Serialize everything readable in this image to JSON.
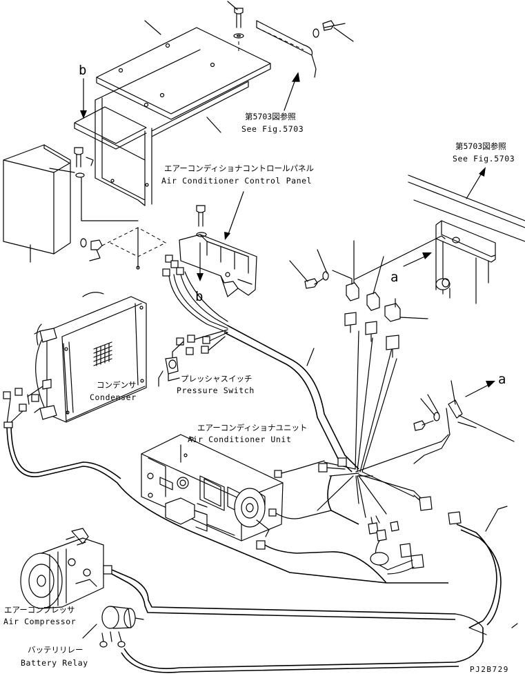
{
  "labels": {
    "ref_top_jp": "第5703図参照",
    "ref_top_en": "See Fig.5703",
    "ref_right_jp": "第5703図参照",
    "ref_right_en": "See Fig.5703",
    "control_panel_jp": "エアーコンディショナコントロールパネル",
    "control_panel_en": "Air Conditioner Control Panel",
    "condenser_jp": "コンデンサ",
    "condenser_en": "Condenser",
    "pressure_switch_jp": "プレッシャスイッチ",
    "pressure_switch_en": "Pressure Switch",
    "ac_unit_jp": "エアーコンディショナユニット",
    "ac_unit_en": "Air Conditioner Unit",
    "compressor_jp": "エアーコンプレッサ",
    "compressor_en": "Air Compressor",
    "battery_relay_jp": "バッテリリレー",
    "battery_relay_en": "Battery Relay",
    "drawing_code": "PJ2B729"
  },
  "callouts": {
    "b": "b",
    "a": "a"
  }
}
